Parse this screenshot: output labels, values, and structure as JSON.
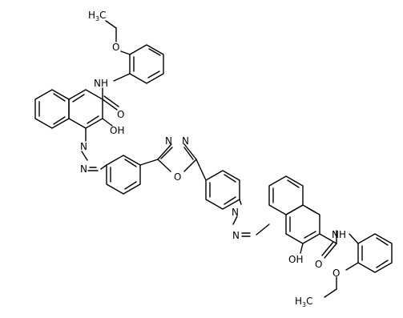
{
  "labels": {
    "ethyl_top": "H3C",
    "ethyl_top_main": "H",
    "ethyl_top_sub": "3",
    "ethyl_top_tail": "C",
    "o_ether_top": "O",
    "nh_top": "NH",
    "o_carbonyl_top": "O",
    "oh_top": "OH",
    "n_azo_top_1": "N",
    "n_azo_top_2": "N",
    "n_oxadiazole_1": "N",
    "n_oxadiazole_2": "N",
    "o_oxadiazole": "O",
    "n_azo_bottom_1": "N",
    "n_azo_bottom_2": "N",
    "oh_bottom": "OH",
    "o_carbonyl_bottom": "O",
    "nh_bottom": "NH",
    "o_ether_bottom": "O",
    "ethyl_bottom_main": "H",
    "ethyl_bottom_sub": "3",
    "ethyl_bottom_tail": "C"
  }
}
